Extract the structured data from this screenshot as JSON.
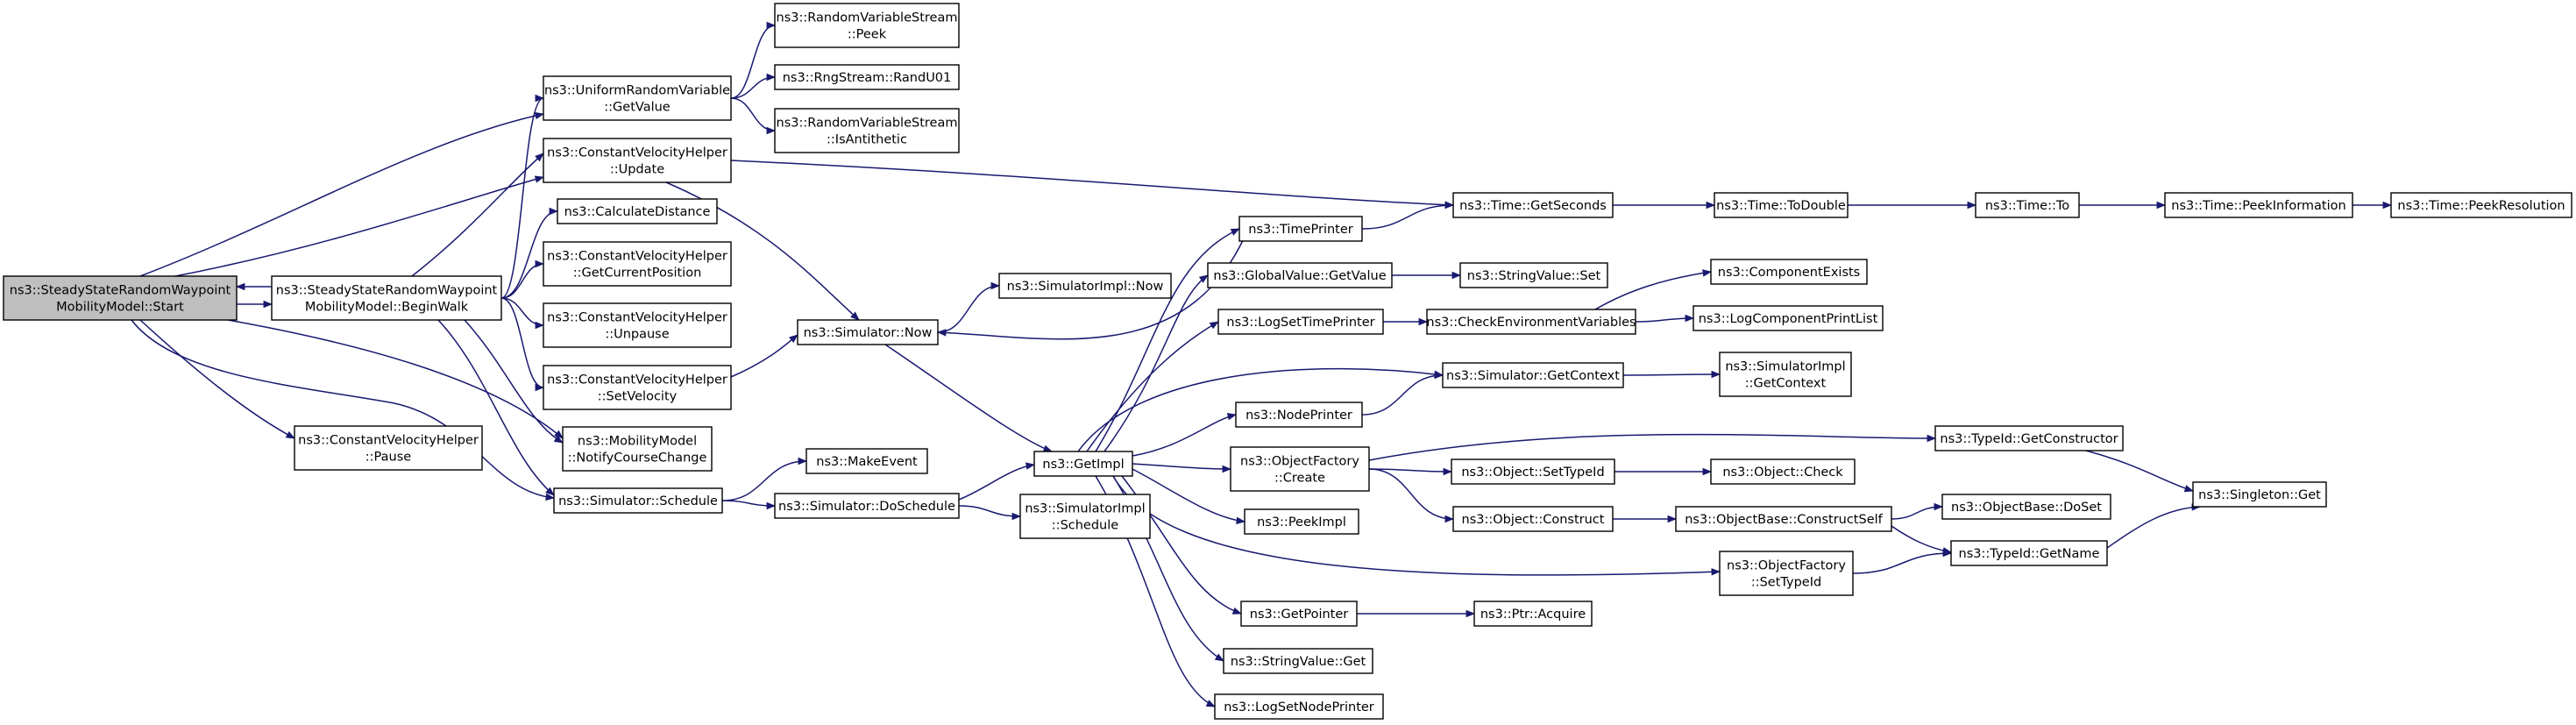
{
  "colors": {
    "edge": "#191970",
    "node_fill": "#ffffff",
    "node_border": "#000000",
    "root_fill": "#bfbfbf",
    "truncated_border": "#ff0000"
  },
  "nodes": {
    "start": {
      "lines": [
        "ns3::SteadyStateRandomWaypoint",
        "MobilityModel::Start"
      ]
    },
    "beginwalk": {
      "lines": [
        "ns3::SteadyStateRandomWaypoint",
        "MobilityModel::BeginWalk"
      ]
    },
    "cvh_pause": {
      "lines": [
        "ns3::ConstantVelocityHelper",
        "::Pause"
      ]
    },
    "urv_getvalue": {
      "lines": [
        "ns3::UniformRandomVariable",
        "::GetValue"
      ]
    },
    "cvh_update": {
      "lines": [
        "ns3::ConstantVelocityHelper",
        "::Update"
      ]
    },
    "calcdist": {
      "lines": [
        "ns3::CalculateDistance"
      ]
    },
    "cvh_getpos": {
      "lines": [
        "ns3::ConstantVelocityHelper",
        "::GetCurrentPosition"
      ]
    },
    "cvh_unpause": {
      "lines": [
        "ns3::ConstantVelocityHelper",
        "::Unpause"
      ]
    },
    "cvh_setvel": {
      "lines": [
        "ns3::ConstantVelocityHelper",
        "::SetVelocity"
      ]
    },
    "notify": {
      "lines": [
        "ns3::MobilityModel",
        "::NotifyCourseChange"
      ]
    },
    "sim_schedule": {
      "lines": [
        "ns3::Simulator::Schedule"
      ]
    },
    "rvs_peek": {
      "lines": [
        "ns3::RandomVariableStream",
        "::Peek"
      ]
    },
    "randu01": {
      "lines": [
        "ns3::RngStream::RandU01"
      ]
    },
    "rvs_anti": {
      "lines": [
        "ns3::RandomVariableStream",
        "::IsAntithetic"
      ]
    },
    "sim_now": {
      "lines": [
        "ns3::Simulator::Now"
      ]
    },
    "makeevent": {
      "lines": [
        "ns3::MakeEvent"
      ]
    },
    "doschedule": {
      "lines": [
        "ns3::Simulator::DoSchedule"
      ]
    },
    "simimpl_now": {
      "lines": [
        "ns3::SimulatorImpl::Now"
      ]
    },
    "getimpl": {
      "lines": [
        "ns3::GetImpl"
      ]
    },
    "simimpl_sched": {
      "lines": [
        "ns3::SimulatorImpl",
        "::Schedule"
      ]
    },
    "timeprinter": {
      "lines": [
        "ns3::TimePrinter"
      ]
    },
    "gv_getvalue": {
      "lines": [
        "ns3::GlobalValue::GetValue"
      ]
    },
    "logsettp": {
      "lines": [
        "ns3::LogSetTimePrinter"
      ]
    },
    "nodeprinter": {
      "lines": [
        "ns3::NodePrinter"
      ]
    },
    "of_create": {
      "lines": [
        "ns3::ObjectFactory",
        "::Create"
      ]
    },
    "peekimpl": {
      "lines": [
        "ns3::PeekImpl"
      ]
    },
    "getpointer": {
      "lines": [
        "ns3::GetPointer"
      ]
    },
    "sv_get": {
      "lines": [
        "ns3::StringValue::Get"
      ]
    },
    "logsetnp": {
      "lines": [
        "ns3::LogSetNodePrinter"
      ]
    },
    "time_getsec": {
      "lines": [
        "ns3::Time::GetSeconds"
      ]
    },
    "sv_set": {
      "lines": [
        "ns3::StringValue::Set"
      ]
    },
    "checkenv": {
      "lines": [
        "ns3::CheckEnvironmentVariables"
      ]
    },
    "sim_getctx": {
      "lines": [
        "ns3::Simulator::GetContext"
      ]
    },
    "obj_settypeid": {
      "lines": [
        "ns3::Object::SetTypeId"
      ]
    },
    "obj_construct": {
      "lines": [
        "ns3::Object::Construct"
      ]
    },
    "ptr_acquire": {
      "lines": [
        "ns3::Ptr::Acquire"
      ]
    },
    "time_todouble": {
      "lines": [
        "ns3::Time::ToDouble"
      ]
    },
    "compexists": {
      "lines": [
        "ns3::ComponentExists"
      ]
    },
    "logcomplist": {
      "lines": [
        "ns3::LogComponentPrintList"
      ]
    },
    "simimpl_getctx": {
      "lines": [
        "ns3::SimulatorImpl",
        "::GetContext"
      ]
    },
    "tid_getctor": {
      "lines": [
        "ns3::TypeId::GetConstructor"
      ]
    },
    "obj_check": {
      "lines": [
        "ns3::Object::Check"
      ]
    },
    "ob_constructself": {
      "lines": [
        "ns3::ObjectBase::ConstructSelf"
      ]
    },
    "of_settypeid": {
      "lines": [
        "ns3::ObjectFactory",
        "::SetTypeId"
      ]
    },
    "time_to": {
      "lines": [
        "ns3::Time::To"
      ]
    },
    "ob_doset": {
      "lines": [
        "ns3::ObjectBase::DoSet"
      ]
    },
    "tid_getname": {
      "lines": [
        "ns3::TypeId::GetName"
      ]
    },
    "singleton_get": {
      "lines": [
        "ns3::Singleton::Get"
      ]
    },
    "time_peekinfo": {
      "lines": [
        "ns3::Time::PeekInformation"
      ]
    },
    "time_peekres": {
      "lines": [
        "ns3::Time::PeekResolution"
      ]
    }
  }
}
